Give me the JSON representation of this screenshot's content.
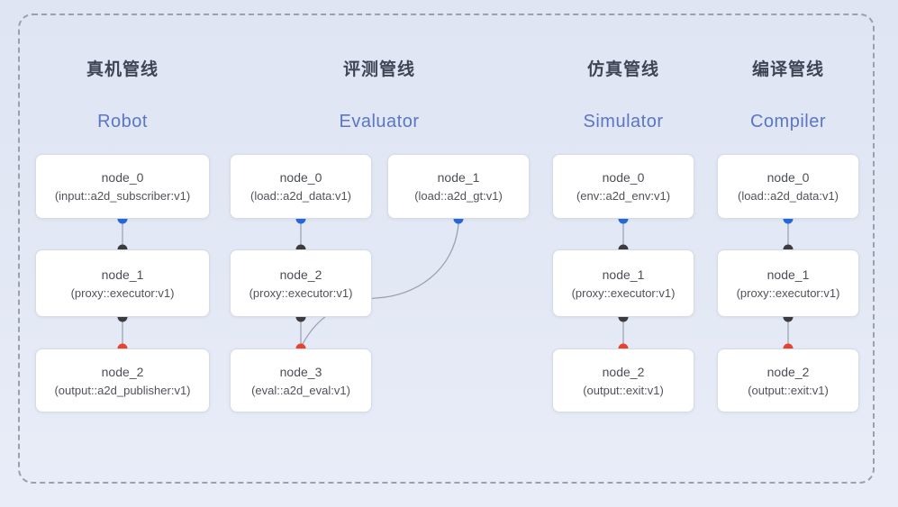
{
  "pipelines": [
    {
      "zh": "真机管线",
      "en": "Robot",
      "nodes": [
        {
          "title": "node_0",
          "subtitle": "(input::a2d_subscriber:v1)"
        },
        {
          "title": "node_1",
          "subtitle": "(proxy::executor:v1)"
        },
        {
          "title": "node_2",
          "subtitle": "(output::a2d_publisher:v1)"
        }
      ]
    },
    {
      "zh": "评测管线",
      "en": "Evaluator",
      "nodes": [
        {
          "title": "node_0",
          "subtitle": "(load::a2d_data:v1)"
        },
        {
          "title": "node_1",
          "subtitle": "(load::a2d_gt:v1)"
        },
        {
          "title": "node_2",
          "subtitle": "(proxy::executor:v1)"
        },
        {
          "title": "node_3",
          "subtitle": "(eval::a2d_eval:v1)"
        }
      ]
    },
    {
      "zh": "仿真管线",
      "en": "Simulator",
      "nodes": [
        {
          "title": "node_0",
          "subtitle": "(env::a2d_env:v1)"
        },
        {
          "title": "node_1",
          "subtitle": "(proxy::executor:v1)"
        },
        {
          "title": "node_2",
          "subtitle": "(output::exit:v1)"
        }
      ]
    },
    {
      "zh": "编译管线",
      "en": "Compiler",
      "nodes": [
        {
          "title": "node_0",
          "subtitle": "(load::a2d_data:v1)"
        },
        {
          "title": "node_1",
          "subtitle": "(proxy::executor:v1)"
        },
        {
          "title": "node_2",
          "subtitle": "(output::exit:v1)"
        }
      ]
    }
  ],
  "colors": {
    "port_blue": "#2368dd",
    "port_black": "#3c3c3e",
    "port_red": "#e8432f",
    "accent_text": "#5a76c5",
    "background": "#e3e8f5",
    "frame_dash": "#9aa0ad"
  }
}
